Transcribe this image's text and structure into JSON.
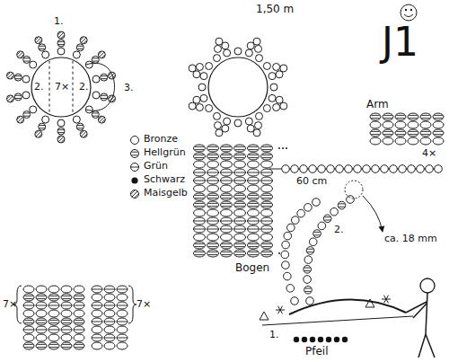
{
  "diagram": {
    "title": "J1",
    "labels": [
      "1.",
      "2.",
      "7×",
      "2.",
      "3.",
      "1,50 m",
      "Arm",
      "4×",
      "60 cm",
      "2.",
      "ca. 18 mm",
      "Bogen",
      "1.",
      "Pfeil",
      "7×",
      "7×"
    ],
    "legend": [
      {
        "text": "Bronze"
      },
      {
        "text": "Hellgrün"
      },
      {
        "text": "Grün"
      },
      {
        "text": "Schwarz"
      },
      {
        "text": "Maisgelb"
      }
    ]
  }
}
